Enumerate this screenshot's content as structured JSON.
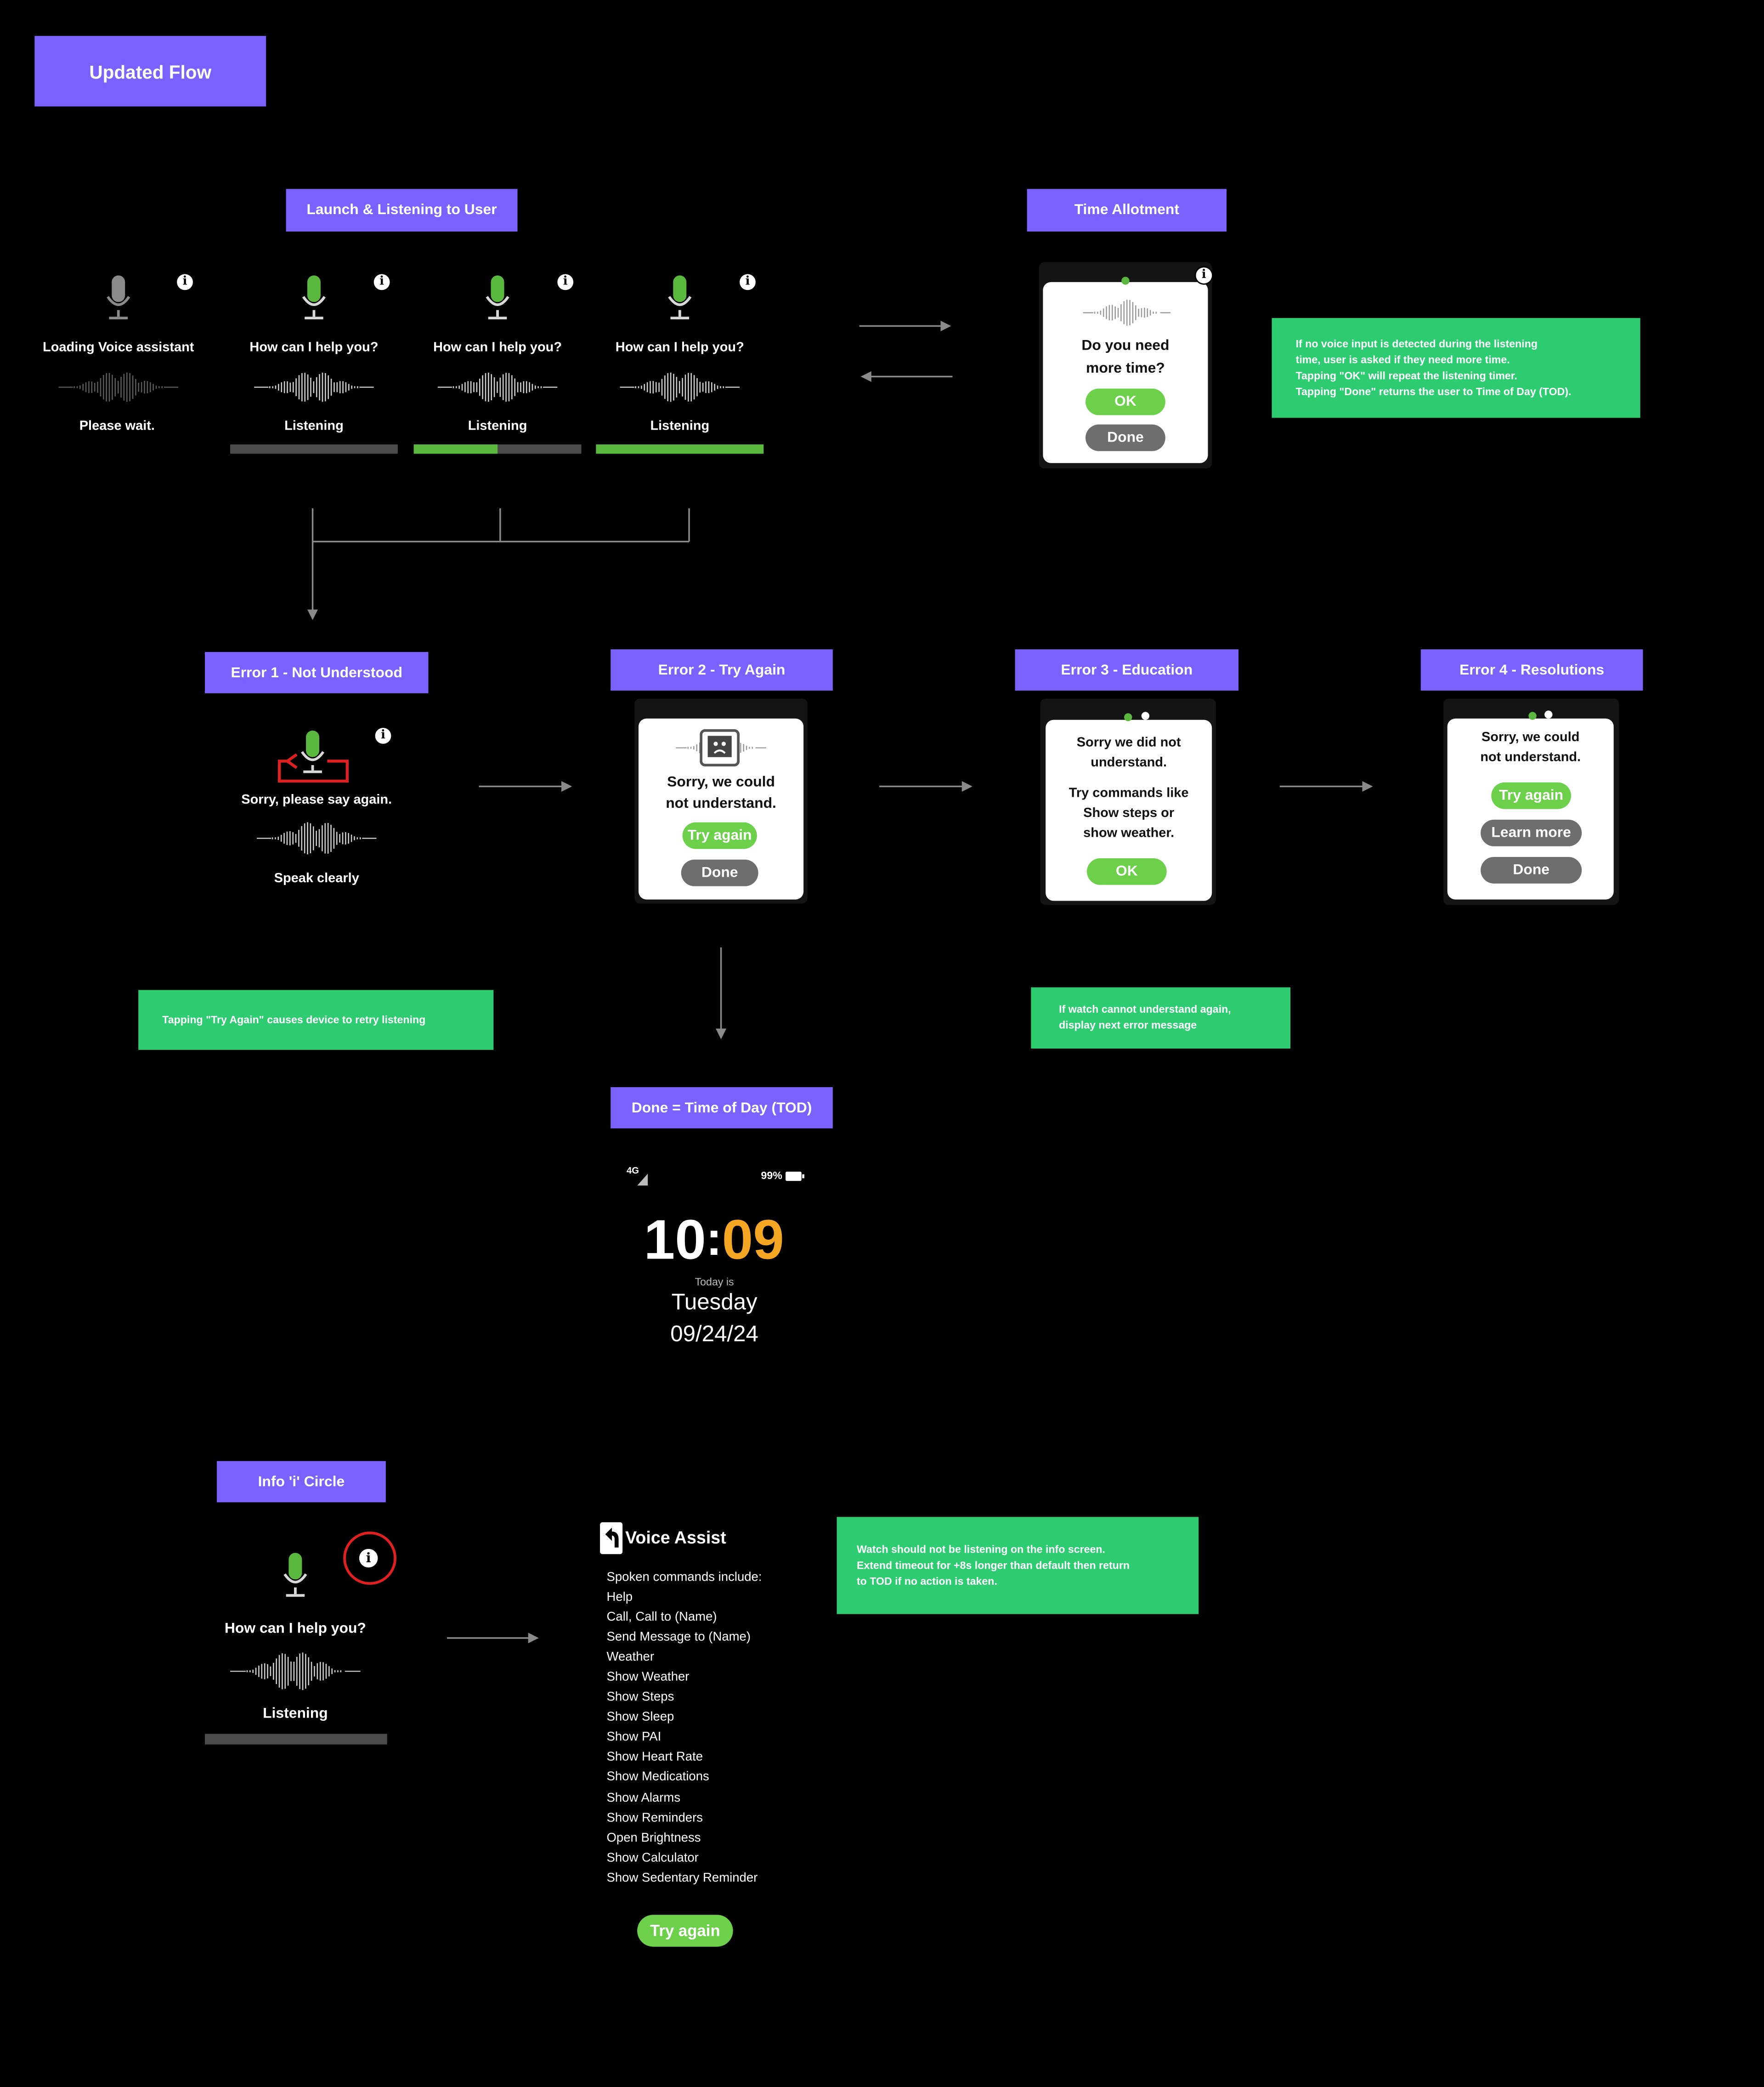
{
  "title": "Updated Flow",
  "colors": {
    "accent": "#7b61ff",
    "note": "#2ecc71",
    "mic_green": "#5ab83f",
    "mic_gray": "#8a8a8a",
    "button_green": "#6cd04a",
    "button_gray": "#6e6e6e",
    "tod_minutes": "#f5a623",
    "error_red": "#e02020"
  },
  "sections": {
    "launch": "Launch & Listening to User",
    "time": "Time Allotment",
    "e1": "Error 1 - Not Understood",
    "e2": "Error 2 - Try Again",
    "e3": "Error 3 - Education",
    "e4": "Error 4 - Resolutions",
    "done": "Done = Time of Day (TOD)",
    "info": "Info 'i' Circle"
  },
  "launch": {
    "s1": {
      "title": "Loading Voice assistant",
      "status": "Please wait.",
      "icon": "mic-gray-icon"
    },
    "s2": {
      "title": "How can I help you?",
      "status": "Listening",
      "progress": 0
    },
    "s3": {
      "title": "How can I help you?",
      "status": "Listening",
      "progress": 0.5
    },
    "s4": {
      "title": "How can I help you?",
      "status": "Listening",
      "progress": 1
    },
    "info_glyph": "i"
  },
  "time_card": {
    "line1": "Do you need",
    "line2": "more time?",
    "ok": "OK",
    "done": "Done"
  },
  "notes": {
    "time": [
      "If no voice input is detected during the listening",
      "time, user is asked if they need more time.",
      "Tapping \"OK\" will repeat the listening timer.",
      "Tapping \"Done\" returns the user to Time of Day (TOD)."
    ],
    "try": "Tapping \"Try Again\" causes device to retry listening",
    "next": [
      "If watch cannot understand again,",
      "display next error message"
    ],
    "info": [
      "Watch should not be listening on the info screen.",
      "Extend timeout for +8s longer than default then return",
      "to TOD if no action is taken."
    ]
  },
  "e1": {
    "title": "Sorry, please say again.",
    "status": "Speak clearly"
  },
  "e2": {
    "line1": "Sorry, we could",
    "line2": "not understand.",
    "try": "Try again",
    "done": "Done"
  },
  "e3": {
    "line1": "Sorry we did not",
    "line2": "understand.",
    "line3": "Try commands like",
    "line4": "Show steps or",
    "line5": "show weather.",
    "ok": "OK"
  },
  "e4": {
    "line1": "Sorry, we could",
    "line2": "not understand.",
    "try": "Try again",
    "learn": "Learn more",
    "done": "Done"
  },
  "tod": {
    "signal": "4G",
    "battery": "99%",
    "hours": "10",
    "minutes": "09",
    "today": "Today is",
    "day": "Tuesday",
    "date": "09/24/24"
  },
  "info_section": {
    "title": "How can I help you?",
    "status": "Listening",
    "progress": 0
  },
  "voice_assist": {
    "title": "Voice Assist",
    "intro": "Spoken commands include:",
    "commands": [
      "Help",
      "Call, Call to (Name)",
      "Send Message to (Name)",
      "Weather",
      "Show Weather",
      "Show Steps",
      "Show Sleep",
      "Show PAI",
      "Show Heart Rate",
      "Show Medications",
      "Show Alarms",
      "Show Reminders",
      "Open Brightness",
      "Show Calculator",
      "Show Sedentary Reminder"
    ],
    "button": "Try again"
  }
}
